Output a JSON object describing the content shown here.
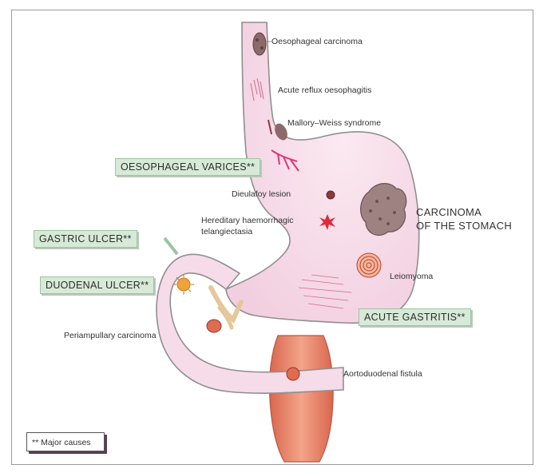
{
  "labels": {
    "oesophageal_carcinoma": "Oesophageal carcinoma",
    "acute_reflux": "Acute reflux oesophagitis",
    "mallory_weiss": "Mallory–Weiss syndrome",
    "dieulafoy": "Dieulafoy  lesion",
    "hht_line1": "Hereditary haemorrhagic",
    "hht_line2": "telangiectasia",
    "carcinoma_stomach_line1": "CARCINOMA",
    "carcinoma_stomach_line2": "OF THE STOMACH",
    "leiomyoma": "Leiomyoma",
    "periampullary": "Periampullary  carcinoma",
    "aortoduodenal": "Aortoduodenal fistula"
  },
  "major_causes": {
    "varices": "OESOPHAGEAL VARICES**",
    "gastric_ulcer": "GASTRIC ULCER**",
    "duodenal_ulcer": "DUODENAL ULCER**",
    "acute_gastritis": "ACUTE GASTRITIS**"
  },
  "legend": "** Major causes",
  "colors": {
    "organ_fill": "#f6dbe8",
    "organ_outline": "#8f8f8f",
    "aorta": "#e8836a",
    "major_box": "#d7ead8",
    "lesion": "#8c6a6a"
  }
}
